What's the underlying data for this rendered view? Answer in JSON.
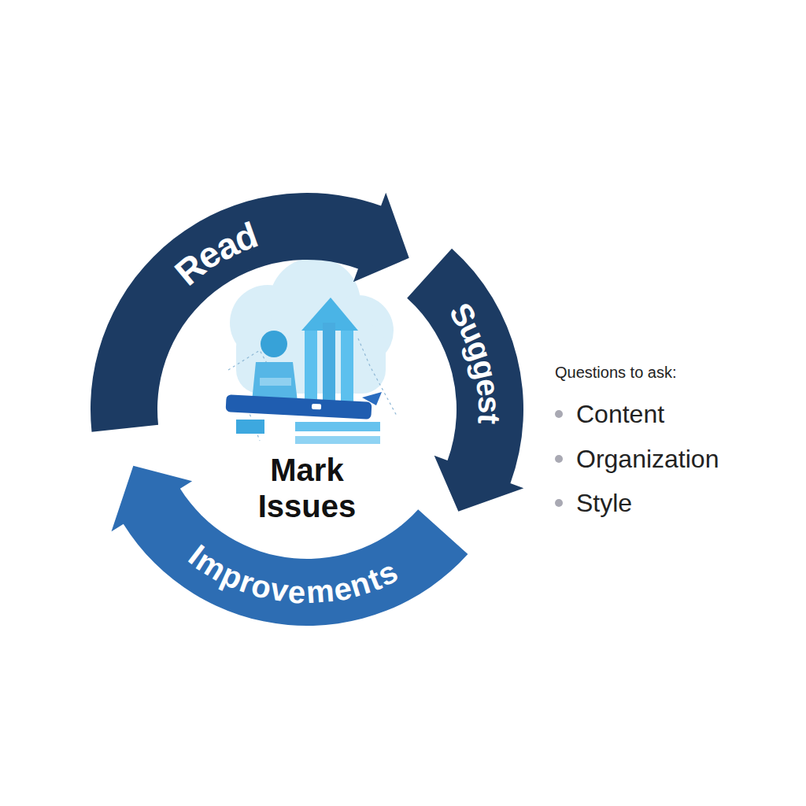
{
  "diagram": {
    "nodes": [
      {
        "text": [
          "Read"
        ]
      },
      {
        "text": [
          "Suggest"
        ]
      },
      {
        "text": [
          "Improvements"
        ]
      }
    ],
    "labels": [
      "Mark Issues",
      "Questions to ask:",
      "Content",
      "Organization",
      "Style"
    ]
  }
}
